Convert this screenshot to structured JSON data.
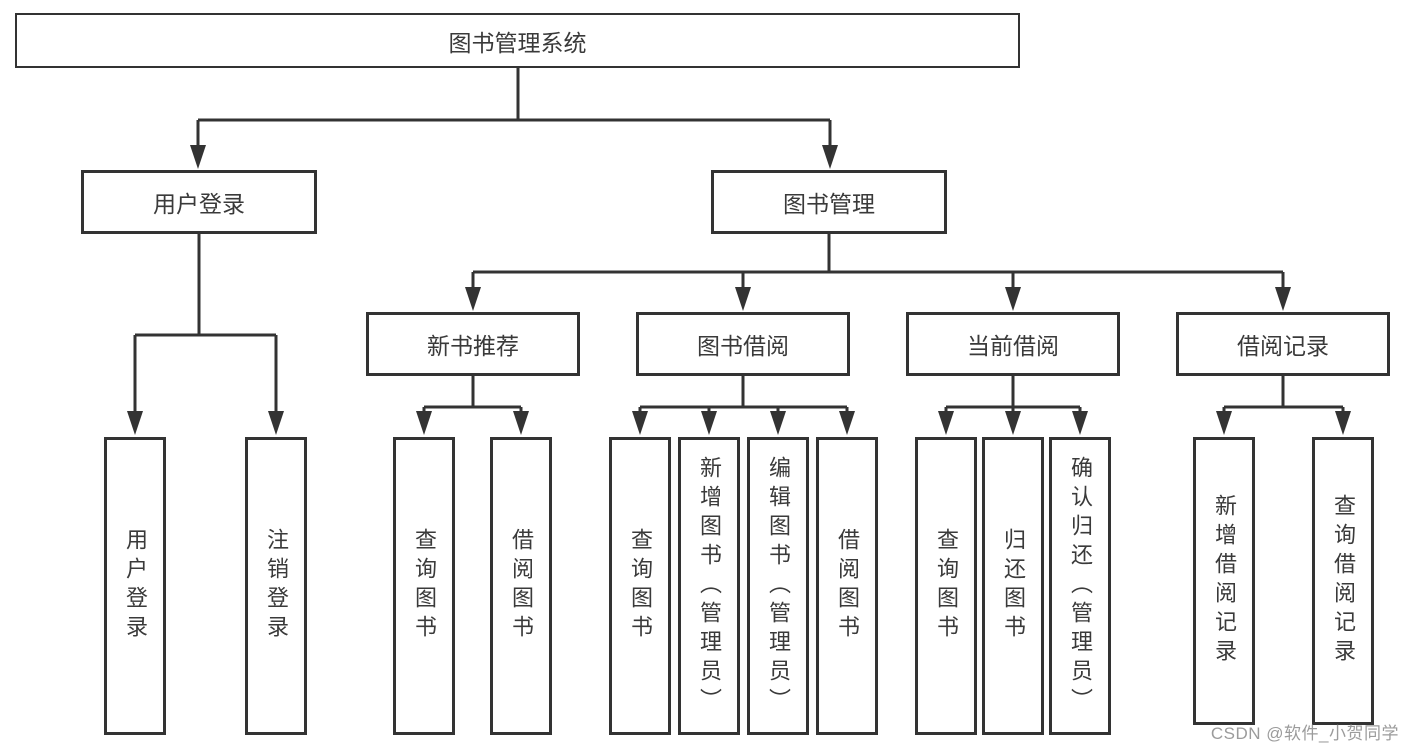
{
  "diagram": {
    "title": "图书管理系统",
    "tree": {
      "root": {
        "label": "图书管理系统"
      },
      "branches": [
        {
          "label": "用户登录",
          "children": [
            "用户登录",
            "注销登录"
          ]
        },
        {
          "label": "图书管理",
          "sections": [
            {
              "label": "新书推荐",
              "children": [
                "查询图书",
                "借阅图书"
              ]
            },
            {
              "label": "图书借阅",
              "children": [
                "查询图书",
                "新增图书（管理员）",
                "编辑图书（管理员）",
                "借阅图书"
              ]
            },
            {
              "label": "当前借阅",
              "children": [
                "查询图书",
                "归还图书",
                "确认归还（管理员）"
              ]
            },
            {
              "label": "借阅记录",
              "children": [
                "新增借阅记录",
                "查询借阅记录"
              ]
            }
          ]
        }
      ]
    },
    "colors": {
      "line": "#333333",
      "box_border": "#333333",
      "text": "#3a3a3a",
      "background": "#ffffff",
      "watermark": "#9b9b9b"
    }
  },
  "watermark": {
    "text": "CSDN @软件_小贺同学"
  }
}
